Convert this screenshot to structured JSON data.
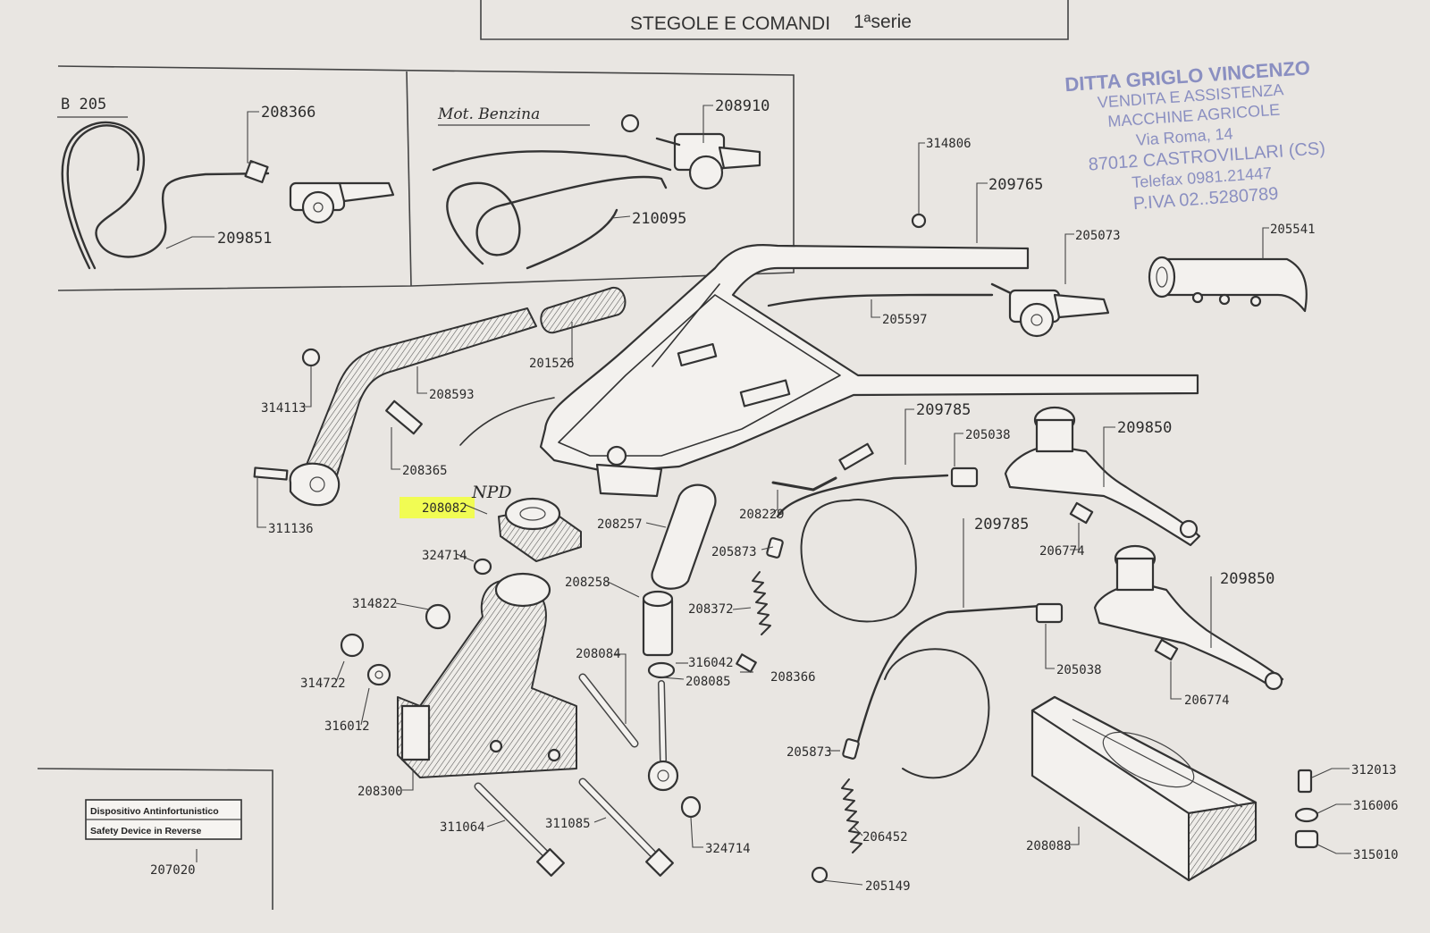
{
  "header": {
    "title": "STEGOLE E COMANDI",
    "series": "1ªserie"
  },
  "insets": {
    "left_title": "B 205",
    "right_title": "Mot. Benzina"
  },
  "stamp": {
    "lines": [
      "DITTA GRIGLO VINCENZO",
      "VENDITA E ASSISTENZA",
      "MACCHINE AGRICOLE",
      "Via Roma, 14",
      "87012 CASTROVILLARI (CS)",
      "Telefax 0981.21447",
      "P.IVA 02..5280789"
    ],
    "color": "#6b72b6"
  },
  "annotation": {
    "handwritten": "NPD",
    "highlighted_part": "208082",
    "highlight_color": "#f2ff3a"
  },
  "safety_box": {
    "line1": "Dispositivo Antinfortunistico",
    "line2": "Safety Device in Reverse",
    "part": "207020"
  },
  "parts": {
    "p208366a": "208366",
    "p209851": "209851",
    "p208910": "208910",
    "p210095": "210095",
    "p314806": "314806",
    "p209765": "209765",
    "p205073": "205073",
    "p205541": "205541",
    "p205597": "205597",
    "p201526": "201526",
    "p208593": "208593",
    "p314113": "314113",
    "p208365": "208365",
    "p311136": "311136",
    "p208082": "208082",
    "p324714a": "324714",
    "p208257": "208257",
    "p208229": "208229",
    "p209785a": "209785",
    "p205038a": "205038",
    "p209850a": "209850",
    "p205873a": "205873",
    "p206774a": "206774",
    "p208372": "208372",
    "p208258": "208258",
    "p314822": "314822",
    "p314722": "314722",
    "p316012": "316012",
    "p208084": "208084",
    "p316042": "316042",
    "p208085": "208085",
    "p208366b": "208366",
    "p209785b": "209785",
    "p205038b": "205038",
    "p209850b": "209850",
    "p206774b": "206774",
    "p205873b": "205873",
    "p206452": "206452",
    "p205149": "205149",
    "p208300": "208300",
    "p311064": "311064",
    "p311085": "311085",
    "p324714b": "324714",
    "p208088": "208088",
    "p312013": "312013",
    "p316006": "316006",
    "p315010": "315010"
  }
}
